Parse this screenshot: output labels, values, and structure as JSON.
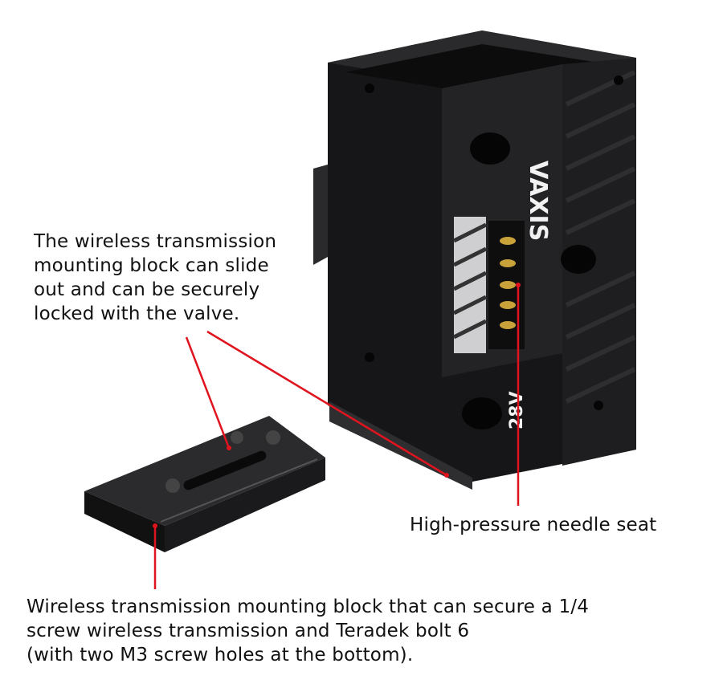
{
  "callouts": {
    "slide_lock": {
      "lines": [
        "The wireless transmission",
        "mounting block can slide",
        "out and can be securely",
        "locked with the valve."
      ]
    },
    "needle_seat": {
      "lines": [
        "High-pressure needle seat"
      ]
    },
    "mounting_block": {
      "lines": [
        "Wireless transmission mounting block that can secure a 1/4",
        "screw wireless transmission and Teradek bolt 6",
        "(with two M3 screw holes at the bottom)."
      ]
    }
  },
  "product": {
    "logo": "VAXIS",
    "voltage_label": "28V"
  },
  "colors": {
    "leader_line": "#e0141e",
    "body": "#1c1c1e",
    "contacts": "#c9a23a"
  }
}
